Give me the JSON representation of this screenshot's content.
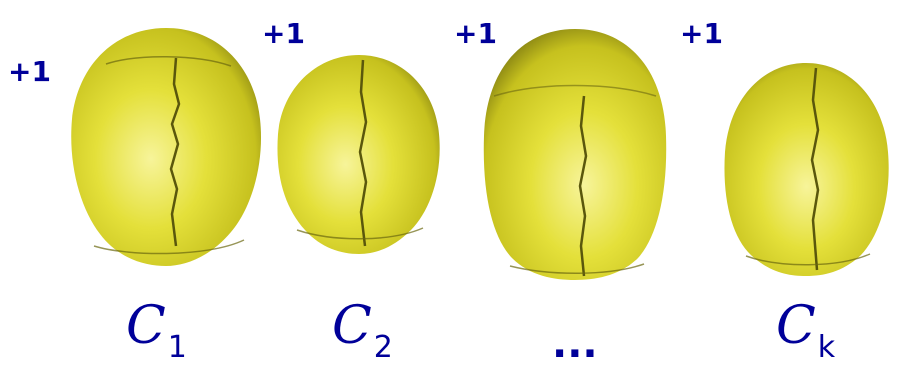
{
  "increments": [
    "+1",
    "+1",
    "+1",
    "+1"
  ],
  "labels": [
    {
      "letter": "C",
      "subscript": "1"
    },
    {
      "letter": "C",
      "subscript": "2"
    },
    {
      "letter": "C",
      "subscript": "k"
    }
  ],
  "ellipsis": "...",
  "colors": {
    "text": "#000099",
    "skull_fill": "#e4e03a",
    "skull_highlight": "#f7f49a",
    "skull_shadow": "#8f8b14",
    "suture": "#5a570c"
  }
}
